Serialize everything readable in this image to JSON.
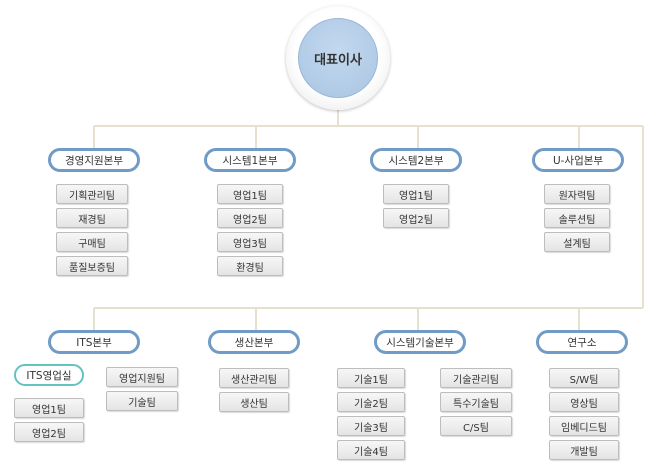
{
  "ceo": "대표이사",
  "divisions": {
    "mgmt": {
      "title": "경영지원본부",
      "teams": [
        "기획관리팀",
        "재경팀",
        "구매팀",
        "품질보증팀"
      ]
    },
    "sys1": {
      "title": "시스템1본부",
      "teams": [
        "영업1팀",
        "영업2팀",
        "영업3팀",
        "환경팀"
      ]
    },
    "sys2": {
      "title": "시스템2본부",
      "teams": [
        "영업1팀",
        "영업2팀"
      ]
    },
    "ubiz": {
      "title": "U-사업본부",
      "teams": [
        "원자력팀",
        "솔루션팀",
        "설계팀"
      ]
    },
    "its": {
      "title": "ITS본부",
      "sub_title": "ITS영업실",
      "sub_teams": [
        "영업1팀",
        "영업2팀"
      ],
      "teams": [
        "영업지원팀",
        "기술팀"
      ]
    },
    "prod": {
      "title": "생산본부",
      "teams": [
        "생산관리팀",
        "생산팀"
      ]
    },
    "systech": {
      "title": "시스템기술본부",
      "teams_left": [
        "기술1팀",
        "기술2팀",
        "기술3팀",
        "기술4팀"
      ],
      "teams_right": [
        "기술관리팀",
        "특수기술팀",
        "C/S팀"
      ]
    },
    "lab": {
      "title": "연구소",
      "teams": [
        "S/W팀",
        "영상팀",
        "임베디드팀",
        "개발팀"
      ]
    }
  },
  "colors": {
    "connector": "#e6e1cf",
    "pill_border": "#6f9bc6",
    "accent_border": "#64c3bf",
    "ceo_fill": "#a9c5e3"
  }
}
